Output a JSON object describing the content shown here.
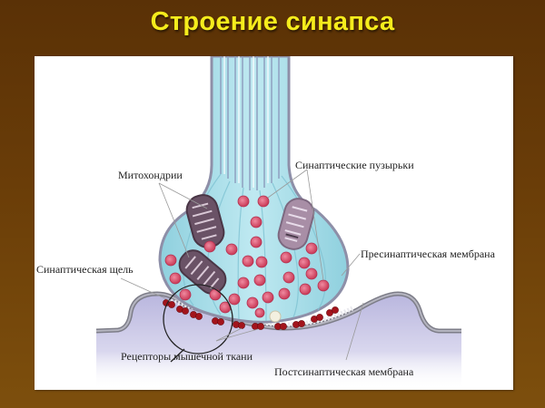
{
  "slide": {
    "title": "Строение синапса"
  },
  "diagram": {
    "labels": {
      "mitochondria": "Митохондрии",
      "synaptic_vesicles": "Синаптические пузырьки",
      "presynaptic_membrane": "Пресинаптическая мембрана",
      "synaptic_cleft": "Синаптическая щель",
      "muscle_receptors": "Рецепторы мышечной ткани",
      "postsynaptic_membrane": "Постсинаптическая мембрана"
    },
    "colors": {
      "background_top": "#5a3106",
      "background_bottom": "#7d4f0d",
      "title": "#f5ec1c",
      "terminal_fill": "#a6dde8",
      "terminal_outline": "#8e8fa8",
      "vesicle": "#d9566e",
      "mitochondria": "#6e5466",
      "receptor": "#a3141c",
      "postsynaptic_fill": "#c4c2e2",
      "membrane": "#8a8a96"
    }
  }
}
